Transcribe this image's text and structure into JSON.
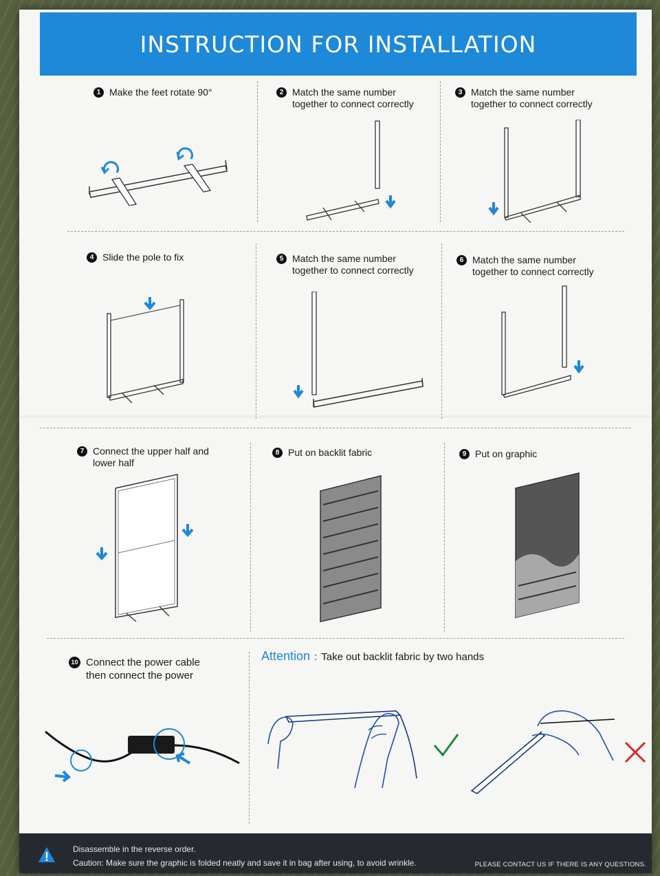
{
  "header": {
    "title": "INSTRUCTION FOR INSTALLATION"
  },
  "steps": [
    {
      "num": "1",
      "text": "Make the feet rotate 90°"
    },
    {
      "num": "2",
      "text": "Match the same number\ntogether to connect correctly"
    },
    {
      "num": "3",
      "text": "Match the same number\ntogether to connect correctly"
    },
    {
      "num": "4",
      "text": "Slide the pole to fix"
    },
    {
      "num": "5",
      "text": "Match the same number\ntogether to connect correctly"
    },
    {
      "num": "6",
      "text": "Match the same number\ntogether to connect correctly"
    },
    {
      "num": "7",
      "text": "Connect the upper half and\nlower half"
    },
    {
      "num": "8",
      "text": "Put on backlit fabric"
    },
    {
      "num": "9",
      "text": "Put on graphic"
    },
    {
      "num": "10",
      "text": "Connect the power cable\nthen connect the power"
    }
  ],
  "attention": {
    "label": "Attention",
    "colon": ":",
    "text": "Take out backlit fabric by two hands"
  },
  "footer": {
    "line1": "Disassemble in the reverse order.",
    "line2": "Caution:  Make sure the graphic is folded neatly and save it in bag after using, to avoid wrinkle.",
    "right": "PLEASE CONTACT US IF THERE IS ANY QUESTIONS."
  },
  "colors": {
    "accent": "#1e88d9",
    "correct": "#1b8a3a",
    "wrong": "#e02424",
    "footer_bg": "#262a30"
  },
  "icons": {
    "correct": "checkmark-icon",
    "wrong": "cross-icon",
    "warning": "warning-triangle-icon"
  }
}
